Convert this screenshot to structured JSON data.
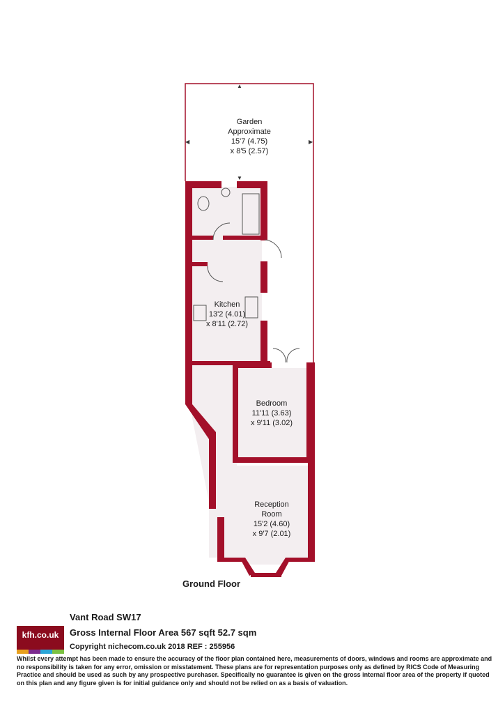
{
  "plan": {
    "garden": {
      "line1": "Garden",
      "line2": "Approximate",
      "line3": "15'7 (4.75)",
      "line4": "x 8'5 (2.57)"
    },
    "kitchen": {
      "line1": "Kitchen",
      "line2": "13'2 (4.01)",
      "line3": "x 8'11 (2.72)"
    },
    "bedroom": {
      "line1": "Bedroom",
      "line2": "11'11 (3.63)",
      "line3": "x 9'11 (3.02)"
    },
    "reception": {
      "line1": "Reception",
      "line2": "Room",
      "line3": "15'2 (4.60)",
      "line4": "x 9'7 (2.01)"
    },
    "floor_label": "Ground Floor",
    "wall_color": "#a3102a"
  },
  "footer": {
    "logo_text": "kfh.co.uk",
    "logo_colors": [
      "#e8a01e",
      "#7b2a8f",
      "#2aa6d8",
      "#7cc242"
    ],
    "address": "Vant Road  SW17",
    "area": "Gross Internal Floor Area 567 sqft 52.7 sqm",
    "copyright": "Copyright nichecom.co.uk 2018 REF : 255956",
    "disclaimer": "Whilst every attempt has been made to ensure the accuracy of the floor plan contained here, measurements of doors, windows and rooms are approximate and no responsibility is taken for any error, omission or misstatement.  These plans are for representation purposes only as defined by RICS Code of Measuring Practice and should be used as such by any prospective purchaser.  Specifically no guarantee is given on the gross internal floor area of the property if quoted on this plan and any figure given is for initial guidance only and should not be relied on as a basis of valuation."
  }
}
